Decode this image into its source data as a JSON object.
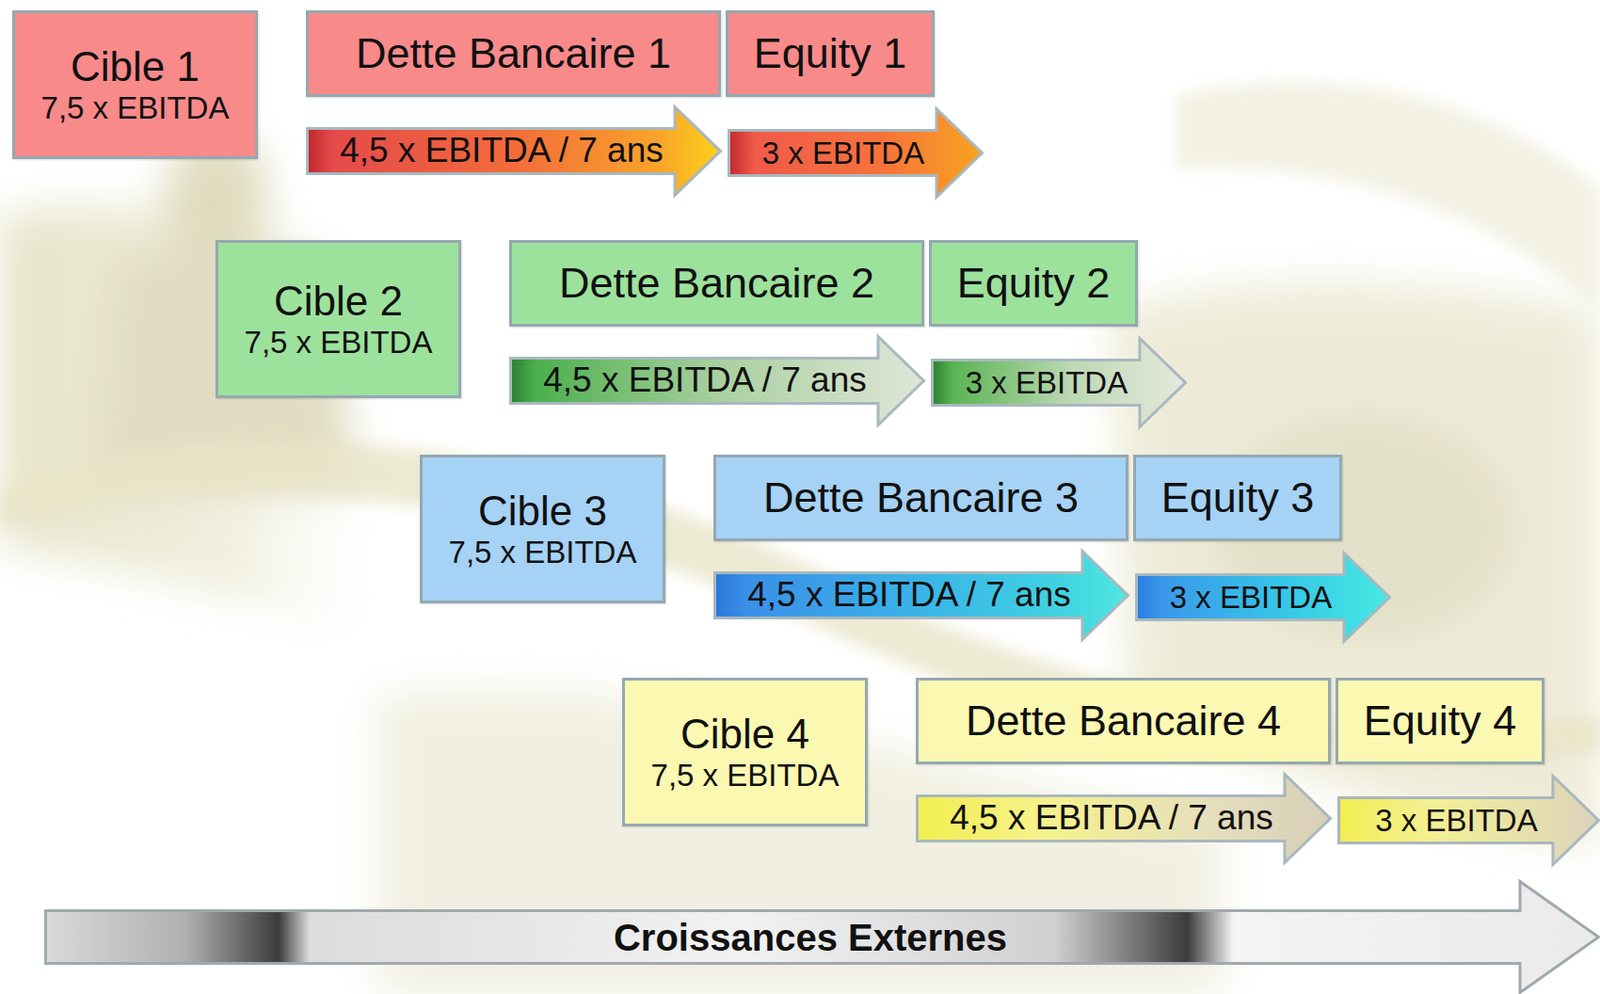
{
  "diagram": {
    "nodes": [
      {
        "text": [
          "Cible 1",
          "7,5 x EBITDA"
        ]
      },
      {
        "text": [
          "Dette Bancaire 1"
        ]
      },
      {
        "text": [
          "Equity 1"
        ]
      },
      {
        "text": [
          "4,5 x EBITDA / 7 ans"
        ]
      },
      {
        "text": [
          "3 x EBITDA"
        ]
      },
      {
        "text": [
          "Cible 2",
          "7,5 x EBITDA"
        ]
      },
      {
        "text": [
          "Dette Bancaire 2"
        ]
      },
      {
        "text": [
          "Equity 2"
        ]
      },
      {
        "text": [
          "4,5 x EBITDA / 7 ans"
        ]
      },
      {
        "text": [
          "3 x EBITDA"
        ]
      },
      {
        "text": [
          "Cible 3",
          "7,5 x EBITDA"
        ]
      },
      {
        "text": [
          "Dette Bancaire 3"
        ]
      },
      {
        "text": [
          "Equity 3"
        ]
      },
      {
        "text": [
          "4,5 x EBITDA / 7 ans"
        ]
      },
      {
        "text": [
          "3 x EBITDA"
        ]
      },
      {
        "text": [
          "Cible 4",
          "7,5 x EBITDA"
        ]
      },
      {
        "text": [
          "Dette Bancaire 4"
        ]
      },
      {
        "text": [
          "Equity 4"
        ]
      },
      {
        "text": [
          "4,5 x EBITDA / 7 ans"
        ]
      },
      {
        "text": [
          "3 x EBITDA"
        ]
      },
      {
        "text": [
          "Croissances Externes"
        ]
      }
    ]
  }
}
